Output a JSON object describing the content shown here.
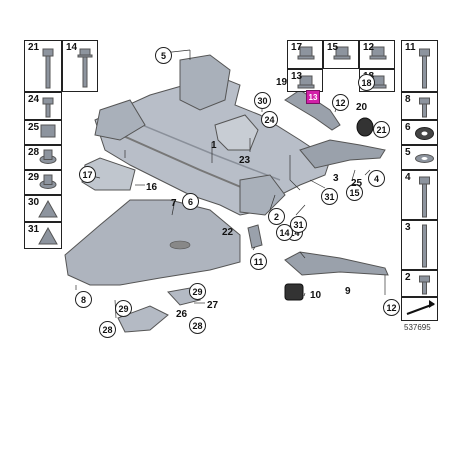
{
  "left_column": [
    {
      "label": "21",
      "icon": "long-bolt-icon"
    },
    {
      "label": "24",
      "icon": "short-bolt-icon"
    },
    {
      "label": "25",
      "icon": "square-nut-icon"
    },
    {
      "label": "28",
      "icon": "spring-nut-icon"
    },
    {
      "label": "29",
      "icon": "washer-bolt-icon"
    },
    {
      "label": "30",
      "icon": "clip-icon"
    },
    {
      "label": "31",
      "icon": "bracket-clip-icon"
    }
  ],
  "left_column_2": [
    {
      "label": "14",
      "icon": "flange-bolt-icon"
    }
  ],
  "right_column": [
    {
      "label": "11",
      "icon": "long-bolt-icon"
    },
    {
      "label": "8",
      "icon": "short-bolt-icon"
    },
    {
      "label": "6",
      "icon": "dome-washer-icon"
    },
    {
      "label": "5",
      "icon": "flat-washer-icon"
    },
    {
      "label": "4",
      "icon": "medium-bolt-icon"
    },
    {
      "label": "3",
      "icon": "stud-bolt-icon"
    },
    {
      "label": "2",
      "icon": "small-bolt-icon"
    },
    {
      "label": "",
      "icon": "dimension-arrow-icon"
    }
  ],
  "top_row": [
    {
      "label": "17",
      "icon": "collar-bolt-icon"
    },
    {
      "label": "15",
      "icon": "flange-nut-icon"
    },
    {
      "label": "12",
      "icon": "hex-nut-icon"
    },
    {
      "label": "13",
      "icon": "cap-nut-icon"
    },
    {
      "label": "18",
      "icon": "lock-nut-icon"
    }
  ],
  "callouts": [
    "1",
    "2",
    "3",
    "4",
    "5",
    "6",
    "7",
    "8",
    "9",
    "10",
    "11",
    "12",
    "12",
    "13",
    "14",
    "14",
    "15",
    "16",
    "17",
    "18",
    "19",
    "20",
    "21",
    "22",
    "23",
    "24",
    "25",
    "26",
    "27",
    "28",
    "28",
    "29",
    "29",
    "30",
    "31",
    "31"
  ],
  "highlighted": "13",
  "doc_id": "537695"
}
